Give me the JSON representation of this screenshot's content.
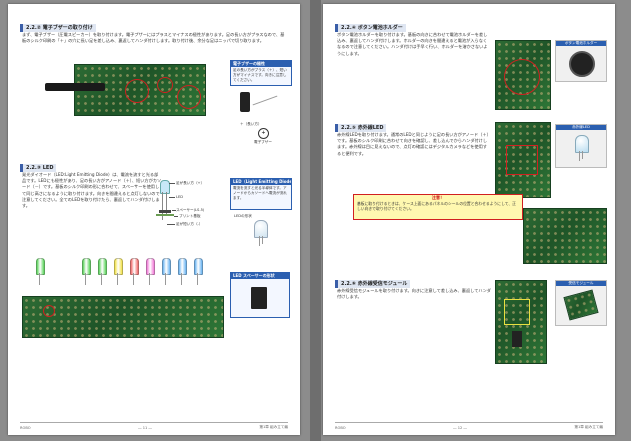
{
  "left_page": {
    "section_buzzer": {
      "title": "2.2.② 電子ブザーの取り付け",
      "body": "まず、電子ブザー（圧電スピーカー）を取り付けます。電子ブザーにはプラスとマイナスの極性があります。足の長い方がプラスなので、基板のシルク印刷の「＋」の穴に長い足を差し込み、裏返してハンダ付けします。取り付け後、余分な足はニッパで切り取ります。"
    },
    "note_buzzer": {
      "title": "電子ブザーの極性",
      "body": "足の長い方がプラス（＋）、短い方がマイナスです。向きに注意してください。",
      "labels": [
        "＋（長い方）",
        "電子ブザー"
      ]
    },
    "section_led": {
      "title": "2.2.③ LED",
      "body": "発光ダイオード（LED:Light Emitting Diode）は、電流を流すと光る部品です。LEDにも極性があり、足の長い方がアノード（＋）、短い方がカソード（－）です。基板のシルク印刷の形に合わせて、スペーサーを使用して同じ高さになるように取り付けます。向きを間違えると点灯しないので注意してください。全てのLEDを取り付けたら、裏返してハンダ付けします。"
    },
    "led_callouts": [
      "足が長い方（+）",
      "LED",
      "スペーサー(LS-5)",
      "プリント基板",
      "足が短い方（-）"
    ],
    "note_led": {
      "title": "LED（Light Emitting Diode）",
      "body": "電流を流すと光る半導体です。アノードからカソードへ電流が流れます。"
    },
    "led_photo_label": "LEDの形状",
    "note_spacer": {
      "title": "LED スペーサーの形状"
    },
    "footer": {
      "left": "ROBO",
      "center": "― 11 ―",
      "right": "第1章 組み立て編"
    }
  },
  "right_page": {
    "section_battery": {
      "title": "2.2.④ ボタン電池ホルダー",
      "body": "ボタン電池ホルダーを取り付けます。基板の向きに合わせて電池ホルダーを差し込み、裏返してハンダ付けします。ホルダーの向きを間違えると電池が入らなくなるので注意してください。ハンダ付けは手早く行い、ホルダーを溶かさないようにします。"
    },
    "battery_photo_label": "ボタン電池ホルダー",
    "section_ir": {
      "title": "2.2.⑤ 赤外線LED",
      "body": "赤外線LEDを取り付けます。通常のLEDと同じように足の長い方がアノード（＋）です。基板のシルク印刷に合わせて向きを確認し、差し込んでからハンダ付けします。赤外線は目に見えないので、点灯の確認にはデジタルカメラなどを使用すると便利です。"
    },
    "ir_photo_label": "赤外線LED",
    "caution": {
      "title": "注意！",
      "body": "基板に取り付けるときは、ケース上面にあるパネルのシールの位置と合わせるようにして、正しい向きで取り付けてください。"
    },
    "section_module": {
      "title": "2.2.⑥ 赤外線受信モジュール",
      "body": "赤外線受信モジュールを取り付けます。向きに注意して差し込み、裏返してハンダ付けします。"
    },
    "module_photo_label": "受信モジュール",
    "footer": {
      "left": "ROBO",
      "center": "― 12 ―",
      "right": "第1章 組み立て編"
    }
  },
  "led_colors": [
    "#5bd45b",
    "#5bd45b",
    "#5bd45b",
    "#f2e24a",
    "#f26a6a",
    "#f27ad8",
    "#6ab4f2",
    "#6ab4f2",
    "#6ab4f2"
  ]
}
